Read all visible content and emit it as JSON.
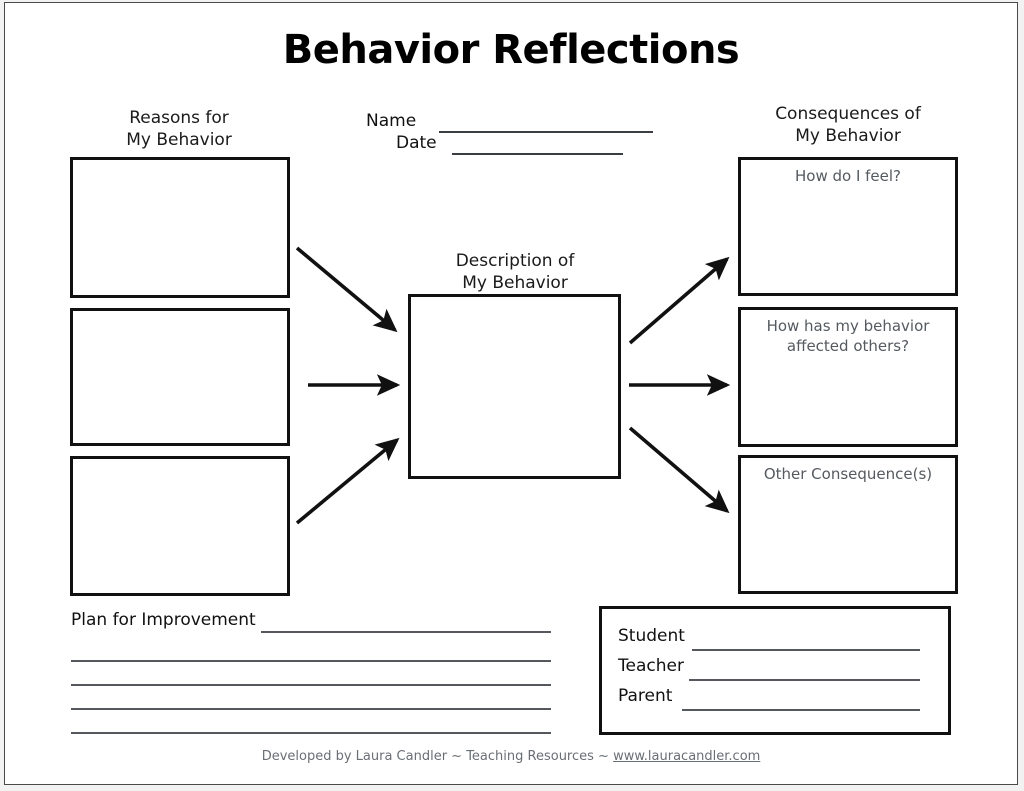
{
  "document": {
    "title": "Behavior Reflections"
  },
  "header_fields": [
    {
      "label": "Name"
    },
    {
      "label": "Date"
    }
  ],
  "left_column": {
    "heading_line1": "Reasons for",
    "heading_line2": "My Behavior",
    "boxes": [
      {
        "label": ""
      },
      {
        "label": ""
      },
      {
        "label": ""
      }
    ]
  },
  "center": {
    "heading_line1": "Description of",
    "heading_line2": "My Behavior",
    "box": {
      "label": ""
    }
  },
  "right_column": {
    "heading_line1": "Consequences of",
    "heading_line2": "My Behavior",
    "boxes": [
      {
        "label": "How do I feel?"
      },
      {
        "label": "How has my behavior affected others?"
      },
      {
        "label": "Other Consequence(s)"
      }
    ]
  },
  "plan_section": {
    "label": "Plan for Improvement",
    "blank_lines": 4
  },
  "signature_box": {
    "rows": [
      {
        "label": "Student"
      },
      {
        "label": "Teacher"
      },
      {
        "label": "Parent"
      }
    ]
  },
  "footer": {
    "credit": "Developed by Laura Candler ~ Teaching Resources ~ ",
    "url": "www.lauracandler.com"
  },
  "colors": {
    "page_background": "#ffffff",
    "outer_background": "#f2f2f2",
    "ink": "#111111",
    "prompt_text": "#555a60",
    "rule": "#55595e",
    "page_border": "#4a4a4a"
  }
}
